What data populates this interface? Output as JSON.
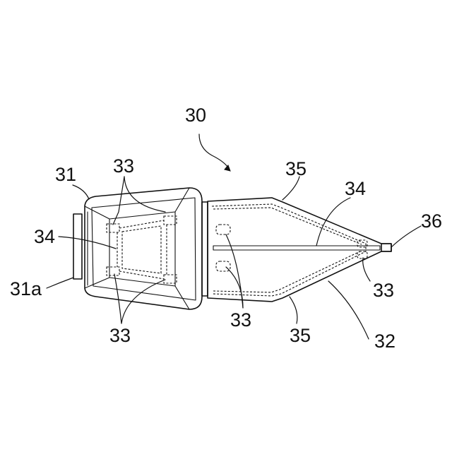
{
  "labels": {
    "assembly": "30",
    "front_housing": "31",
    "front_housing_end": "31a",
    "rear_housing": "32",
    "dots": "33",
    "dots_front_lower": "33",
    "dots_mid": "33",
    "dots_tip": "33",
    "stiffener_front": "34",
    "stiffener_rear": "34",
    "edge_upper": "35",
    "edge_lower": "35",
    "tip": "36"
  }
}
